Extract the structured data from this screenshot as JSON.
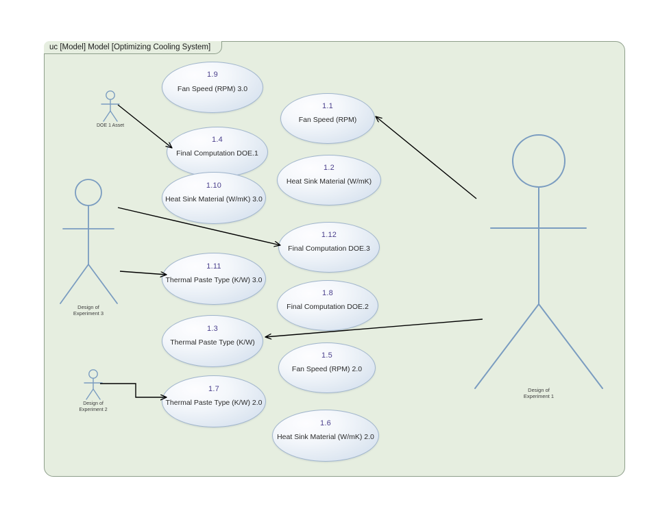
{
  "frame": {
    "title": "uc [Model] Model [Optimizing Cooling System]",
    "background_color": "#e6eee0",
    "border_color": "#8d9e8a"
  },
  "theme": {
    "usecase_fill": "#eef3f9",
    "usecase_border": "#9fb4cc",
    "usecase_number_color": "#4a3f8c",
    "usecase_label_color": "#2a2a2a",
    "actor_color": "#7a9cc0",
    "connector_color": "#000000"
  },
  "use_cases": [
    {
      "id": "uc-1-9",
      "number": "1.9",
      "label": "Fan Speed (RPM) 3.0"
    },
    {
      "id": "uc-1-1",
      "number": "1.1",
      "label": "Fan Speed (RPM)"
    },
    {
      "id": "uc-1-4",
      "number": "1.4",
      "label": "Final Computation DOE.1"
    },
    {
      "id": "uc-1-2",
      "number": "1.2",
      "label": "Heat Sink Material (W/mK)"
    },
    {
      "id": "uc-1-10",
      "number": "1.10",
      "label": "Heat Sink Material (W/mK) 3.0"
    },
    {
      "id": "uc-1-12",
      "number": "1.12",
      "label": "Final Computation DOE.3"
    },
    {
      "id": "uc-1-11",
      "number": "1.11",
      "label": "Thermal Paste Type (K/W) 3.0"
    },
    {
      "id": "uc-1-8",
      "number": "1.8",
      "label": "Final Computation DOE.2"
    },
    {
      "id": "uc-1-3",
      "number": "1.3",
      "label": "Thermal Paste Type (K/W)"
    },
    {
      "id": "uc-1-5",
      "number": "1.5",
      "label": "Fan Speed (RPM) 2.0"
    },
    {
      "id": "uc-1-7",
      "number": "1.7",
      "label": "Thermal Paste Type (K/W) 2.0"
    },
    {
      "id": "uc-1-6",
      "number": "1.6",
      "label": "Heat Sink Material (W/mK) 2.0"
    }
  ],
  "actors": [
    {
      "id": "actor-doe1-asset",
      "label_line1": "DOE 1 Asset",
      "label_line2": ""
    },
    {
      "id": "actor-doe3",
      "label_line1": "Design of",
      "label_line2": "Experiment 3"
    },
    {
      "id": "actor-doe2",
      "label_line1": "Design of",
      "label_line2": "Experiment 2"
    },
    {
      "id": "actor-doe1",
      "label_line1": "Design of",
      "label_line2": "Experiment 1"
    }
  ],
  "associations": [
    {
      "id": "assoc-doe1asset-to-14",
      "from": "actor-doe1-asset",
      "to": "uc-1-4"
    },
    {
      "id": "assoc-doe3-to-112",
      "from": "actor-doe3",
      "to": "uc-1-12"
    },
    {
      "id": "assoc-doe3-to-111",
      "from": "actor-doe3",
      "to": "uc-1-11"
    },
    {
      "id": "assoc-doe2-to-17",
      "from": "actor-doe2",
      "to": "uc-1-7"
    },
    {
      "id": "assoc-doe1-to-11",
      "from": "actor-doe1",
      "to": "uc-1-1"
    },
    {
      "id": "assoc-doe1-to-13",
      "from": "actor-doe1",
      "to": "uc-1-3"
    }
  ]
}
